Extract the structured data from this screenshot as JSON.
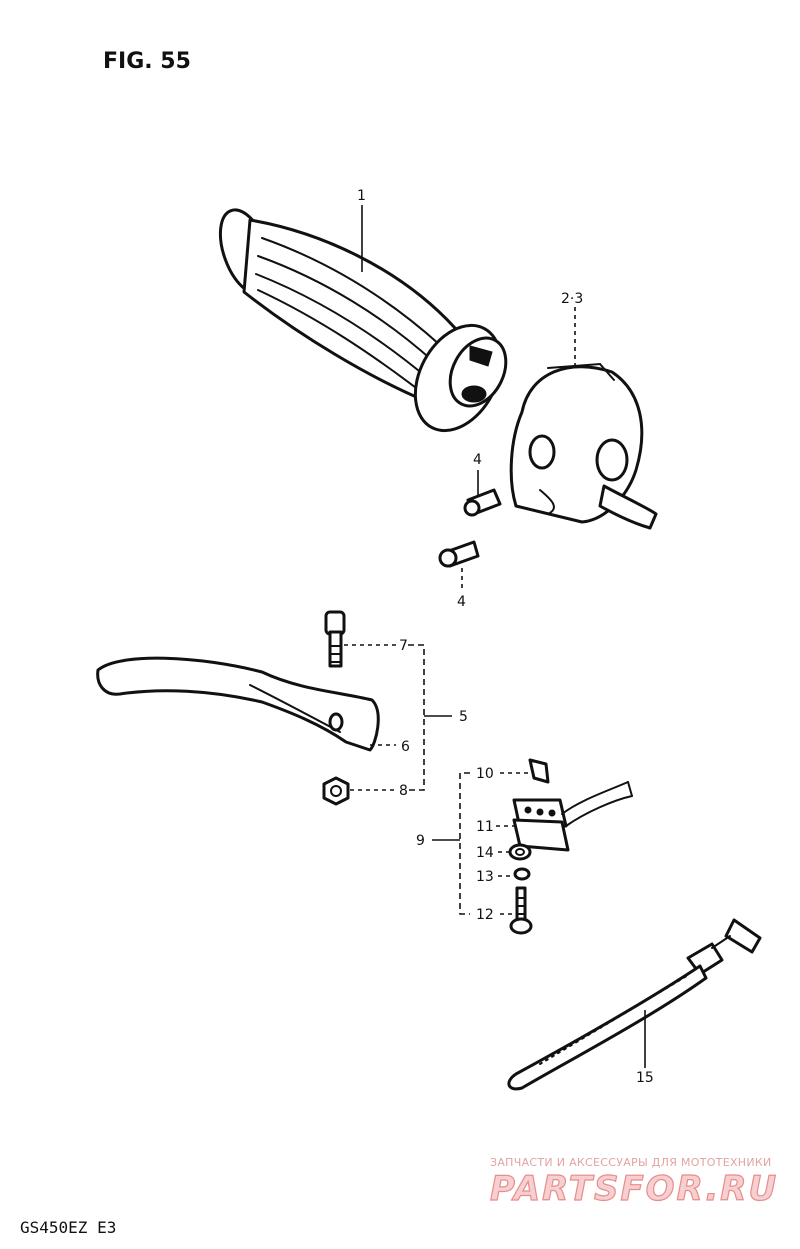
{
  "figure": {
    "title": "FIG. 55",
    "model_code": "GS450EZ  E3"
  },
  "callouts": {
    "c1": "1",
    "c2_3": "2·3",
    "c4a": "4",
    "c4b": "4",
    "c5": "5",
    "c6": "6",
    "c7": "7",
    "c8": "8",
    "c9": "9",
    "c10": "10",
    "c11": "11",
    "c12": "12",
    "c13": "13",
    "c14": "14",
    "c15": "15"
  },
  "watermark": {
    "caption": "ЗАПЧАСТИ И АКСЕССУАРЫ ДЛЯ МОТОТЕХНИКИ",
    "logo_text": "PARTSFOR.RU",
    "color": "#e88c8c"
  }
}
